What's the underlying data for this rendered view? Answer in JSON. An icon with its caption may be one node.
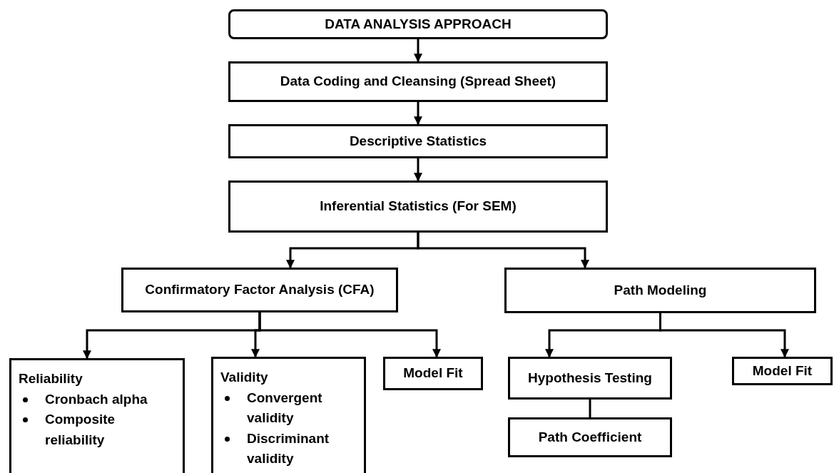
{
  "diagram": {
    "nodes": [
      {
        "text": [
          "DATA ANALYSIS APPROACH"
        ]
      },
      {
        "text": [
          "Data Coding and Cleansing (Spread Sheet)"
        ]
      },
      {
        "text": [
          "Descriptive Statistics"
        ]
      },
      {
        "text": [
          "Inferential Statistics (For SEM)"
        ]
      },
      {
        "text": [
          "Confirmatory Factor Analysis (CFA)"
        ]
      },
      {
        "text": [
          "Path Modeling"
        ]
      },
      {
        "text": [
          "Reliability",
          "Cronbach alpha",
          "Composite reliability"
        ]
      },
      {
        "text": [
          "Validity",
          "Convergent validity",
          "Discriminant validity"
        ]
      },
      {
        "text": [
          "Model Fit"
        ]
      },
      {
        "text": [
          "Hypothesis Testing"
        ]
      },
      {
        "text": [
          "Model Fit"
        ]
      },
      {
        "text": [
          "Path Coefficient"
        ]
      }
    ],
    "edges": [
      {
        "from": 0,
        "to": 1,
        "arrow": "to"
      },
      {
        "from": 1,
        "to": 2,
        "arrow": "to"
      },
      {
        "from": 2,
        "to": 3,
        "arrow": "to"
      },
      {
        "from": 3,
        "to": 4,
        "arrow": "to"
      },
      {
        "from": 3,
        "to": 5,
        "arrow": "to"
      },
      {
        "from": 4,
        "to": 6,
        "arrow": "to"
      },
      {
        "from": 4,
        "to": 7,
        "arrow": "to"
      },
      {
        "from": 4,
        "to": 8,
        "arrow": "to"
      },
      {
        "from": 5,
        "to": 9,
        "arrow": "to"
      },
      {
        "from": 5,
        "to": 10,
        "arrow": "to"
      },
      {
        "from": 9,
        "to": 11,
        "arrow": "none"
      }
    ]
  }
}
